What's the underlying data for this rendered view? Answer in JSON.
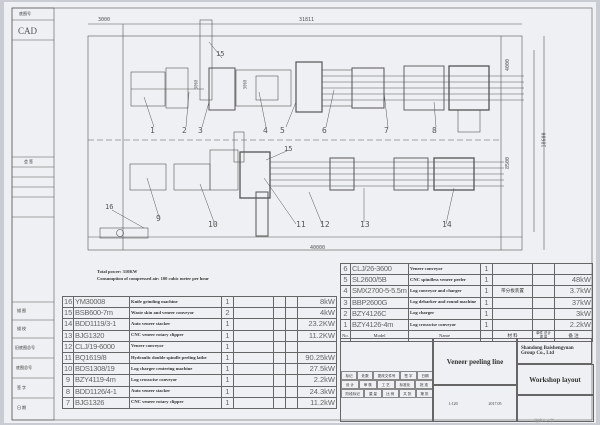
{
  "side_block": {
    "top_label": "底图号",
    "cad": "CAD",
    "mid_label": "会 签",
    "bottom_labels": [
      "描 图",
      "描 校",
      "旧底图总号",
      "底图总号",
      "签 字",
      "日 期"
    ]
  },
  "dimensions": {
    "left_top": "3000",
    "top": "31811",
    "right_a": "4000",
    "right_b": "8500",
    "right_total": "18600",
    "bottom": "40000",
    "inner_a": "3060",
    "inner_b": "3060"
  },
  "balloons": [
    "1",
    "2",
    "3",
    "4",
    "5",
    "6",
    "7",
    "8",
    "9",
    "10",
    "11",
    "12",
    "13",
    "14",
    "15",
    "15",
    "16"
  ],
  "notes": {
    "total_power": "Total power: 310KW",
    "air": "Consumption of compressed air: 100 cubic meter per hour"
  },
  "parts_left": [
    {
      "no": "16",
      "model": "YM30008",
      "name": "Knife grinding machine",
      "qty": "1",
      "power": "8kW"
    },
    {
      "no": "15",
      "model": "BSB600-7m",
      "name": "Waste skin and veneer conveyor",
      "qty": "2",
      "power": "4kW"
    },
    {
      "no": "14",
      "model": "BDD1119/3-1",
      "name": "Auto veneer stacker",
      "qty": "1",
      "power": "23.2KW"
    },
    {
      "no": "13",
      "model": "BJG1320",
      "name": "CNC veneer rotary clipper",
      "qty": "1",
      "power": "11.2KW"
    },
    {
      "no": "12",
      "model": "CLJ/19-6000",
      "name": "Veneer conveyor",
      "qty": "1",
      "power": ""
    },
    {
      "no": "11",
      "model": "BQ1619/8",
      "name": "Hydraulic double spindle peeling lathe",
      "qty": "1",
      "power": "90.25kW"
    },
    {
      "no": "10",
      "model": "BDS1308/19",
      "name": "Log charger centering machine",
      "qty": "1",
      "power": "27.5kW"
    },
    {
      "no": "9",
      "model": "BZY4119-4m",
      "name": "Log crosswise conveyor",
      "qty": "1",
      "power": "2.2kW"
    },
    {
      "no": "8",
      "model": "BDD1126/4-1",
      "name": "Auto veneer stacker",
      "qty": "1",
      "power": "24.3kW"
    },
    {
      "no": "7",
      "model": "BJG1326",
      "name": "CNC veneer rotary clipper",
      "qty": "1",
      "power": "11.2kW"
    }
  ],
  "parts_right": [
    {
      "no": "6",
      "model": "CLJ/26-3600",
      "name": "Veneer conveyor",
      "qty": "1",
      "material": "",
      "power": ""
    },
    {
      "no": "5",
      "model": "SL2600/5B",
      "name": "CNC spindless veneer peeler",
      "qty": "1",
      "material": "",
      "power": "48kW"
    },
    {
      "no": "4",
      "model": "SMX2700-5-5.5m",
      "name": "Log conveyor and charger",
      "qty": "1",
      "material": "带分板装置",
      "power": "3.7kW"
    },
    {
      "no": "3",
      "model": "BBP2600G",
      "name": "Log debarker and round machine",
      "qty": "1",
      "material": "",
      "power": "37kW"
    },
    {
      "no": "2",
      "model": "BZY4126C",
      "name": "Log charger",
      "qty": "1",
      "material": "",
      "power": "3kW"
    },
    {
      "no": "1",
      "model": "BZY4126-4m",
      "name": "Log crosswise conveyor",
      "qty": "1",
      "material": "",
      "power": "2.2kW"
    }
  ],
  "parts_header": {
    "no": "No.",
    "model": "Model",
    "name": "Name",
    "material": "材 料",
    "weight": "单件 总计 重 量",
    "remark": "备 注"
  },
  "title_block": {
    "project": "Veneer peeling line",
    "company": "Shandong Baishengyuan Group Co., Ltd",
    "drawing": "Workshop layout",
    "scale": "1:120",
    "date": "2017.05",
    "cells": [
      "标记",
      "处数",
      "更改文件号",
      "签 字",
      "日期",
      "设 计",
      "审 核",
      "工 艺",
      "标准化",
      "批 准",
      "阶段标记",
      "重 量",
      "比 例",
      "共 张",
      "第 张"
    ]
  },
  "watermark": "瑞峰人才学"
}
